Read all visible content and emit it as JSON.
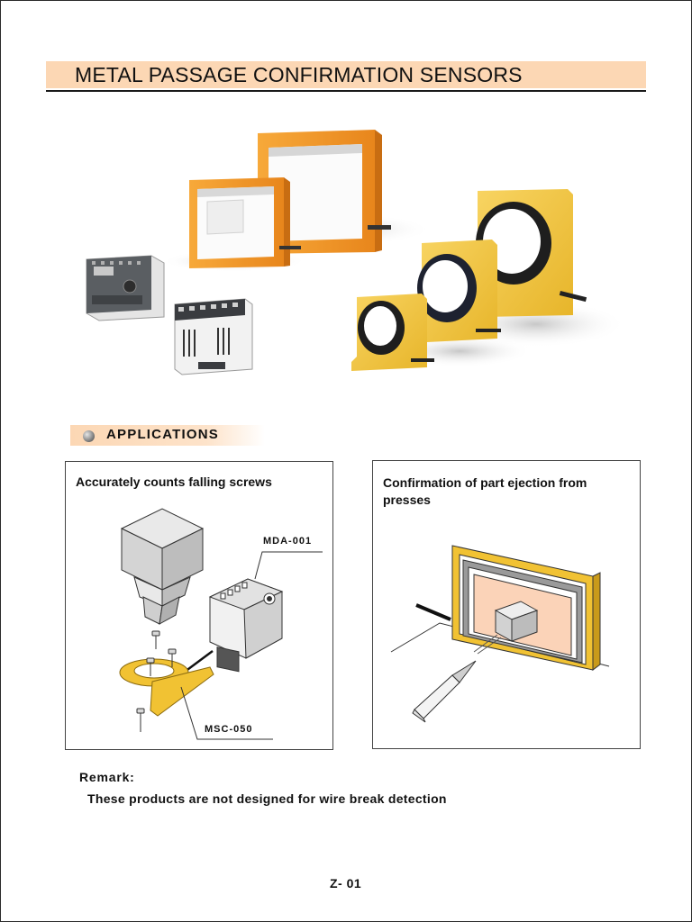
{
  "header": {
    "title": "METAL PASSAGE CONFIRMATION SENSORS"
  },
  "applications": {
    "heading": "APPLICATIONS",
    "cards": [
      {
        "caption": "Accurately counts falling screws",
        "callouts": [
          "MDA-001",
          "MSC-050"
        ]
      },
      {
        "caption": "Confirmation of part ejection from presses"
      }
    ]
  },
  "remark": {
    "label": "Remark:",
    "text": "These products are not designed for wire break detection"
  },
  "footer": {
    "page_number": "Z- 01"
  },
  "colors": {
    "title_band": "#fcd7b4",
    "orange_frame": "#f29a2a",
    "yellow_sensor": "#f2c43c",
    "accent_peach": "#fbd3b8"
  }
}
